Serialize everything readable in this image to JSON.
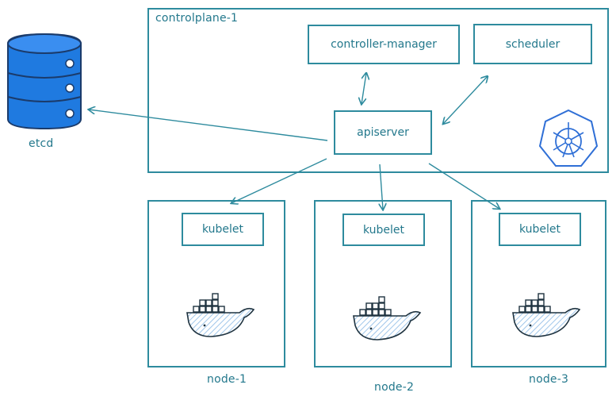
{
  "diagram": {
    "controlplane": {
      "title": "controlplane-1",
      "components": {
        "controller_manager": "controller-manager",
        "scheduler": "scheduler",
        "apiserver": "apiserver"
      }
    },
    "etcd": {
      "label": "etcd"
    },
    "nodes": [
      {
        "label": "node-1",
        "kubelet": "kubelet"
      },
      {
        "label": "node-2",
        "kubelet": "kubelet"
      },
      {
        "label": "node-3",
        "kubelet": "kubelet"
      }
    ],
    "colors": {
      "stroke": "#2e8b9e",
      "text": "#23788c",
      "etcd_fill": "#1f7ae0",
      "k8s_logo": "#2f6fd6",
      "whale_hatch": "#9fc6ea"
    }
  }
}
